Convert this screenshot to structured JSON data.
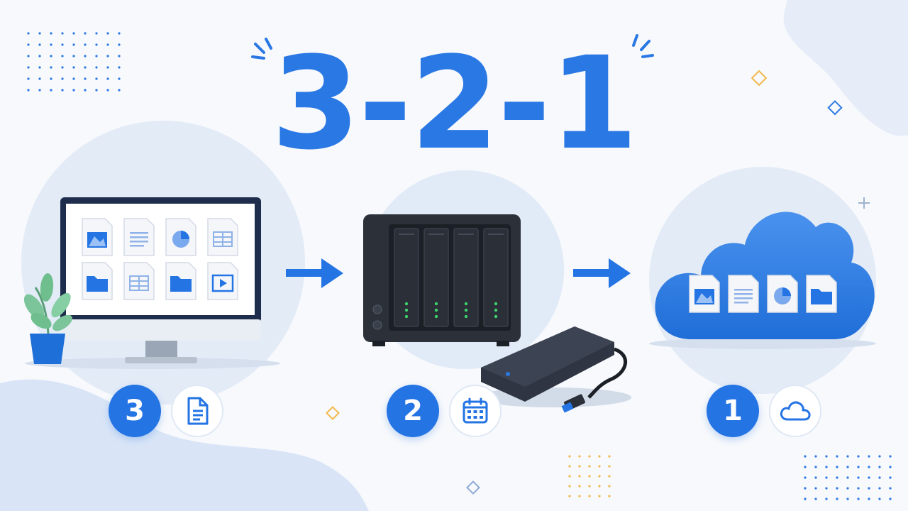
{
  "title": "3-2-1",
  "colors": {
    "accent": "#2a78e4",
    "badge": "#2474e4",
    "background": "#f7f9fc",
    "device_dark": "#2b3039",
    "led": "#3fd16a",
    "plant": "#6fbf8e",
    "gold": "#f2b84b"
  },
  "steps": [
    {
      "number": "3",
      "device": "computer-monitor",
      "icon": "document-icon"
    },
    {
      "number": "2",
      "device": "nas-and-external-drive",
      "icon": "calendar-icon"
    },
    {
      "number": "1",
      "device": "cloud-storage",
      "icon": "cloud-icon"
    }
  ]
}
